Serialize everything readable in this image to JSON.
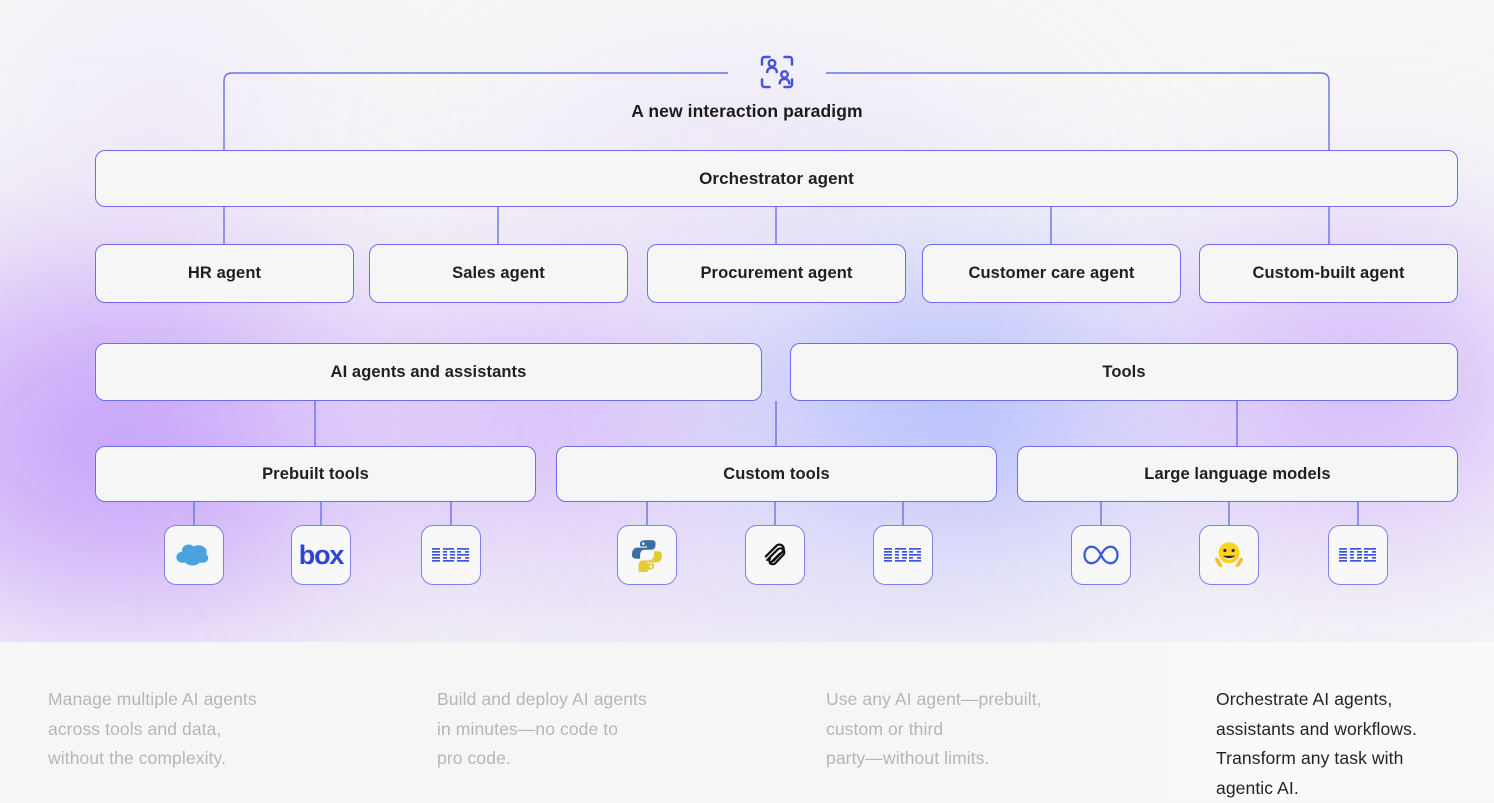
{
  "header": {
    "icon": "two-people-frame-icon",
    "label": "A new interaction paradigm"
  },
  "diagram": {
    "orchestrator": {
      "label": "Orchestrator agent"
    },
    "agents": [
      {
        "label": "HR agent"
      },
      {
        "label": "Sales agent"
      },
      {
        "label": "Procurement agent"
      },
      {
        "label": "Customer care agent"
      },
      {
        "label": "Custom-built agent"
      }
    ],
    "categories": [
      {
        "label": "AI agents and assistants"
      },
      {
        "label": "Tools"
      }
    ],
    "tool_groups": [
      {
        "label": "Prebuilt tools"
      },
      {
        "label": "Custom tools"
      },
      {
        "label": "Large language models"
      }
    ],
    "logos": [
      {
        "name": "salesforce-logo",
        "group": "Prebuilt tools"
      },
      {
        "name": "box-logo",
        "group": "Prebuilt tools",
        "text": "box"
      },
      {
        "name": "ibm-logo",
        "group": "Prebuilt tools",
        "text": "IBM"
      },
      {
        "name": "python-logo",
        "group": "Custom tools"
      },
      {
        "name": "langchain-logo",
        "group": "Custom tools"
      },
      {
        "name": "ibm-logo",
        "group": "Custom tools",
        "text": "IBM"
      },
      {
        "name": "meta-logo",
        "group": "Large language models"
      },
      {
        "name": "hugging-face-logo",
        "group": "Large language models"
      },
      {
        "name": "ibm-logo",
        "group": "Large language models",
        "text": "IBM"
      }
    ]
  },
  "copy": {
    "items": [
      "Manage multiple AI agents\nacross tools and data,\nwithout the complexity.",
      "Build and deploy AI agents\nin minutes—no code to\npro code.",
      "Use any AI agent—prebuilt,\ncustom or third\nparty—without limits.",
      "Orchestrate AI agents,\nassistants and workflows.\nTransform any task with\nagentic AI."
    ]
  },
  "colors": {
    "border": "#6c70e8",
    "node_fill": "#f6f6f6",
    "text": "#1f1f1f",
    "muted_text": "#b6b6b8",
    "background": "#f6f6f7"
  }
}
